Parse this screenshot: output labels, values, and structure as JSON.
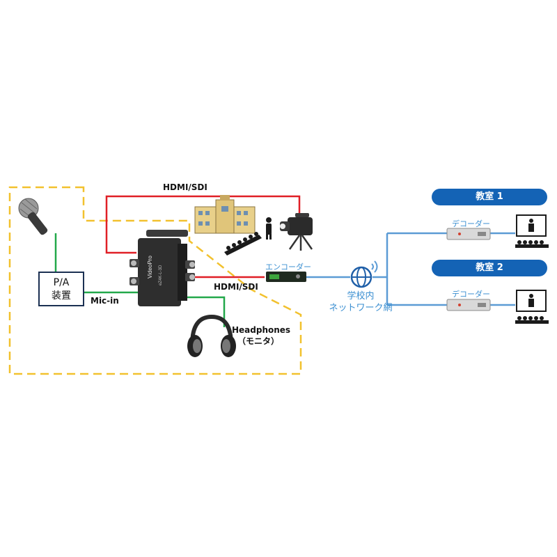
{
  "labels": {
    "hdmi_sdi_top": "HDMI/SDI",
    "hdmi_sdi_mid": "HDMI/SDI",
    "mic_in": "Mic-in",
    "headphones": "Headphones",
    "monitor": "（モニタ）",
    "pa_line1": "P/A",
    "pa_line2": "装置",
    "encoder": "エンコーダー",
    "decoder_1": "デコーダー",
    "decoder_2": "デコーダー",
    "network_line1": "学校内",
    "network_line2": "ネットワーク網",
    "classroom_1": "教室 1",
    "classroom_2": "教室 2"
  },
  "device": {
    "brand": "VideoPro",
    "model": "eZ4K-L-3D"
  },
  "colors": {
    "hdmi_line": "#e01f26",
    "audio_line": "#22a84a",
    "network_line": "#5b9bd5",
    "dashed_boundary": "#f2c12e",
    "classroom_pill": "#1463b5",
    "label_blue": "#3b8fd1"
  },
  "icons": [
    "microphone-icon",
    "school-building-icon",
    "audience-icon",
    "video-camera-icon",
    "headphones-icon",
    "network-globe-icon",
    "wireless-signal-icon",
    "presenter-screen-icon"
  ]
}
